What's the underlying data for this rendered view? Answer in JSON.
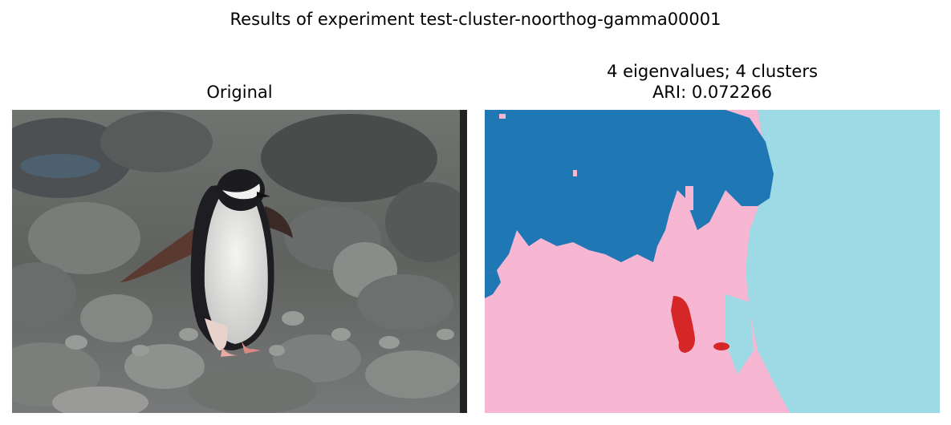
{
  "figure": {
    "suptitle": "Results of experiment test-cluster-noorthog-gamma00001"
  },
  "panels": {
    "left": {
      "title": "Original",
      "image": "photo of a chinstrap penguin walking on grey rocks"
    },
    "right": {
      "title_line1": "4 eigenvalues; 4 clusters",
      "title_line2": "ARI: 0.072266",
      "image": "cluster segmentation map"
    }
  },
  "colors": {
    "cluster_blue": "#1f77b4",
    "cluster_cyan": "#9edae5",
    "cluster_pink": "#f7b6d2",
    "cluster_red": "#d62728"
  }
}
